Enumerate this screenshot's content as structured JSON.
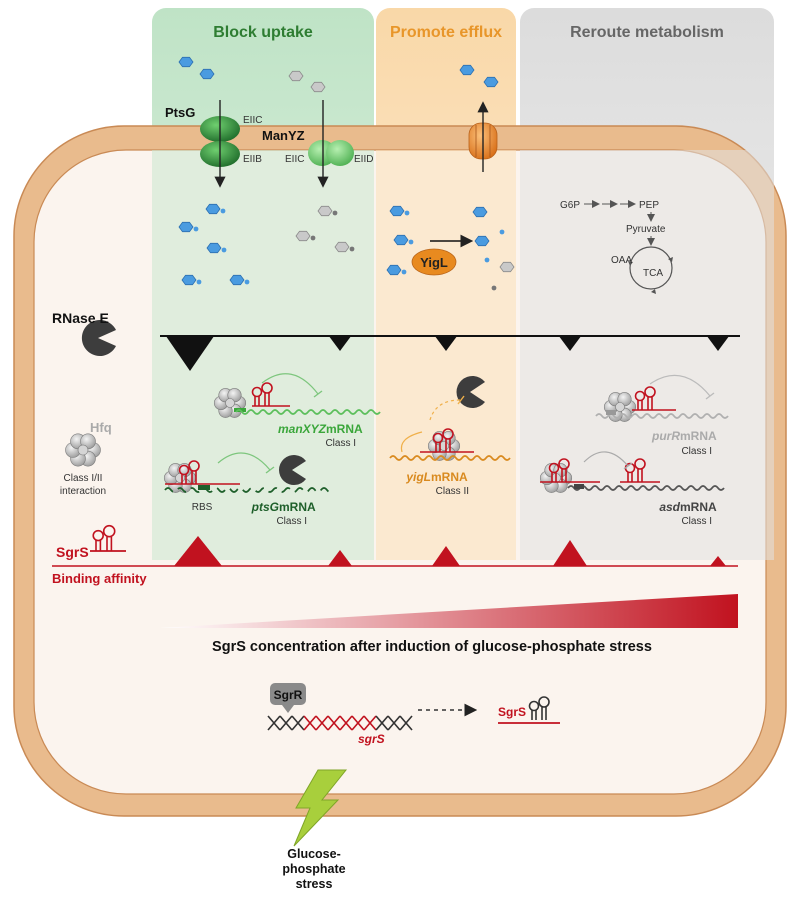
{
  "colors": {
    "uptake_panel": "#cfe9d3",
    "efflux_panel": "#fbe2bd",
    "metabolism_panel": "#e4e4e4",
    "uptake_text": "#2e7d32",
    "efflux_text": "#e8962a",
    "metabolism_text": "#666666",
    "sgrs_red": "#c1121f",
    "membrane": "#e8b98a",
    "cytoplasm": "#fbf3ec",
    "glucose": "#3d8fd6",
    "sugar_gray": "#9e9e9e"
  },
  "panels": {
    "block_uptake": "Block uptake",
    "promote_efflux": "Promote efflux",
    "reroute_metabolism": "Reroute metabolism"
  },
  "transporters": {
    "ptsg": "PtsG",
    "eiic_1": "EIIC",
    "eiib": "EIIB",
    "manyz": "ManYZ",
    "eiic_2": "EIIC",
    "eiid": "EIID",
    "yigl": "YigL"
  },
  "metabolism": {
    "g6p": "G6P",
    "pep": "PEP",
    "pyruvate": "Pyruvate",
    "oaa": "OAA",
    "tca": "TCA"
  },
  "left_labels": {
    "rnase_e": "RNase E",
    "hfq": "Hfq",
    "class_interaction_1": "Class I/II",
    "class_interaction_2": "interaction",
    "sgrs": "SgrS",
    "binding_affinity": "Binding affinity"
  },
  "targets": {
    "manxyz_gene": "manXYZ",
    "manxyz_mrna": " mRNA",
    "manxyz_class": "Class I",
    "ptsg_gene": "ptsG",
    "ptsg_mrna": " mRNA",
    "ptsg_class": "Class I",
    "rbs": "RBS",
    "yigl_gene": "yigL",
    "yigl_mrna": " mRNA",
    "yigl_class": "Class II",
    "purr_gene": "purR",
    "purr_mrna": " mRNA",
    "purr_class": "Class I",
    "asd_gene": "asd",
    "asd_mrna": " mRNA",
    "asd_class": "Class I"
  },
  "bottom": {
    "concentration_caption": "SgrS concentration after induction of glucose-phosphate stress",
    "sgrr": "SgrR",
    "sgrs_gene": "sgrS",
    "sgrs_product": "SgrS",
    "stress_1": "Glucose-",
    "stress_2": "phosphate",
    "stress_3": "stress"
  }
}
